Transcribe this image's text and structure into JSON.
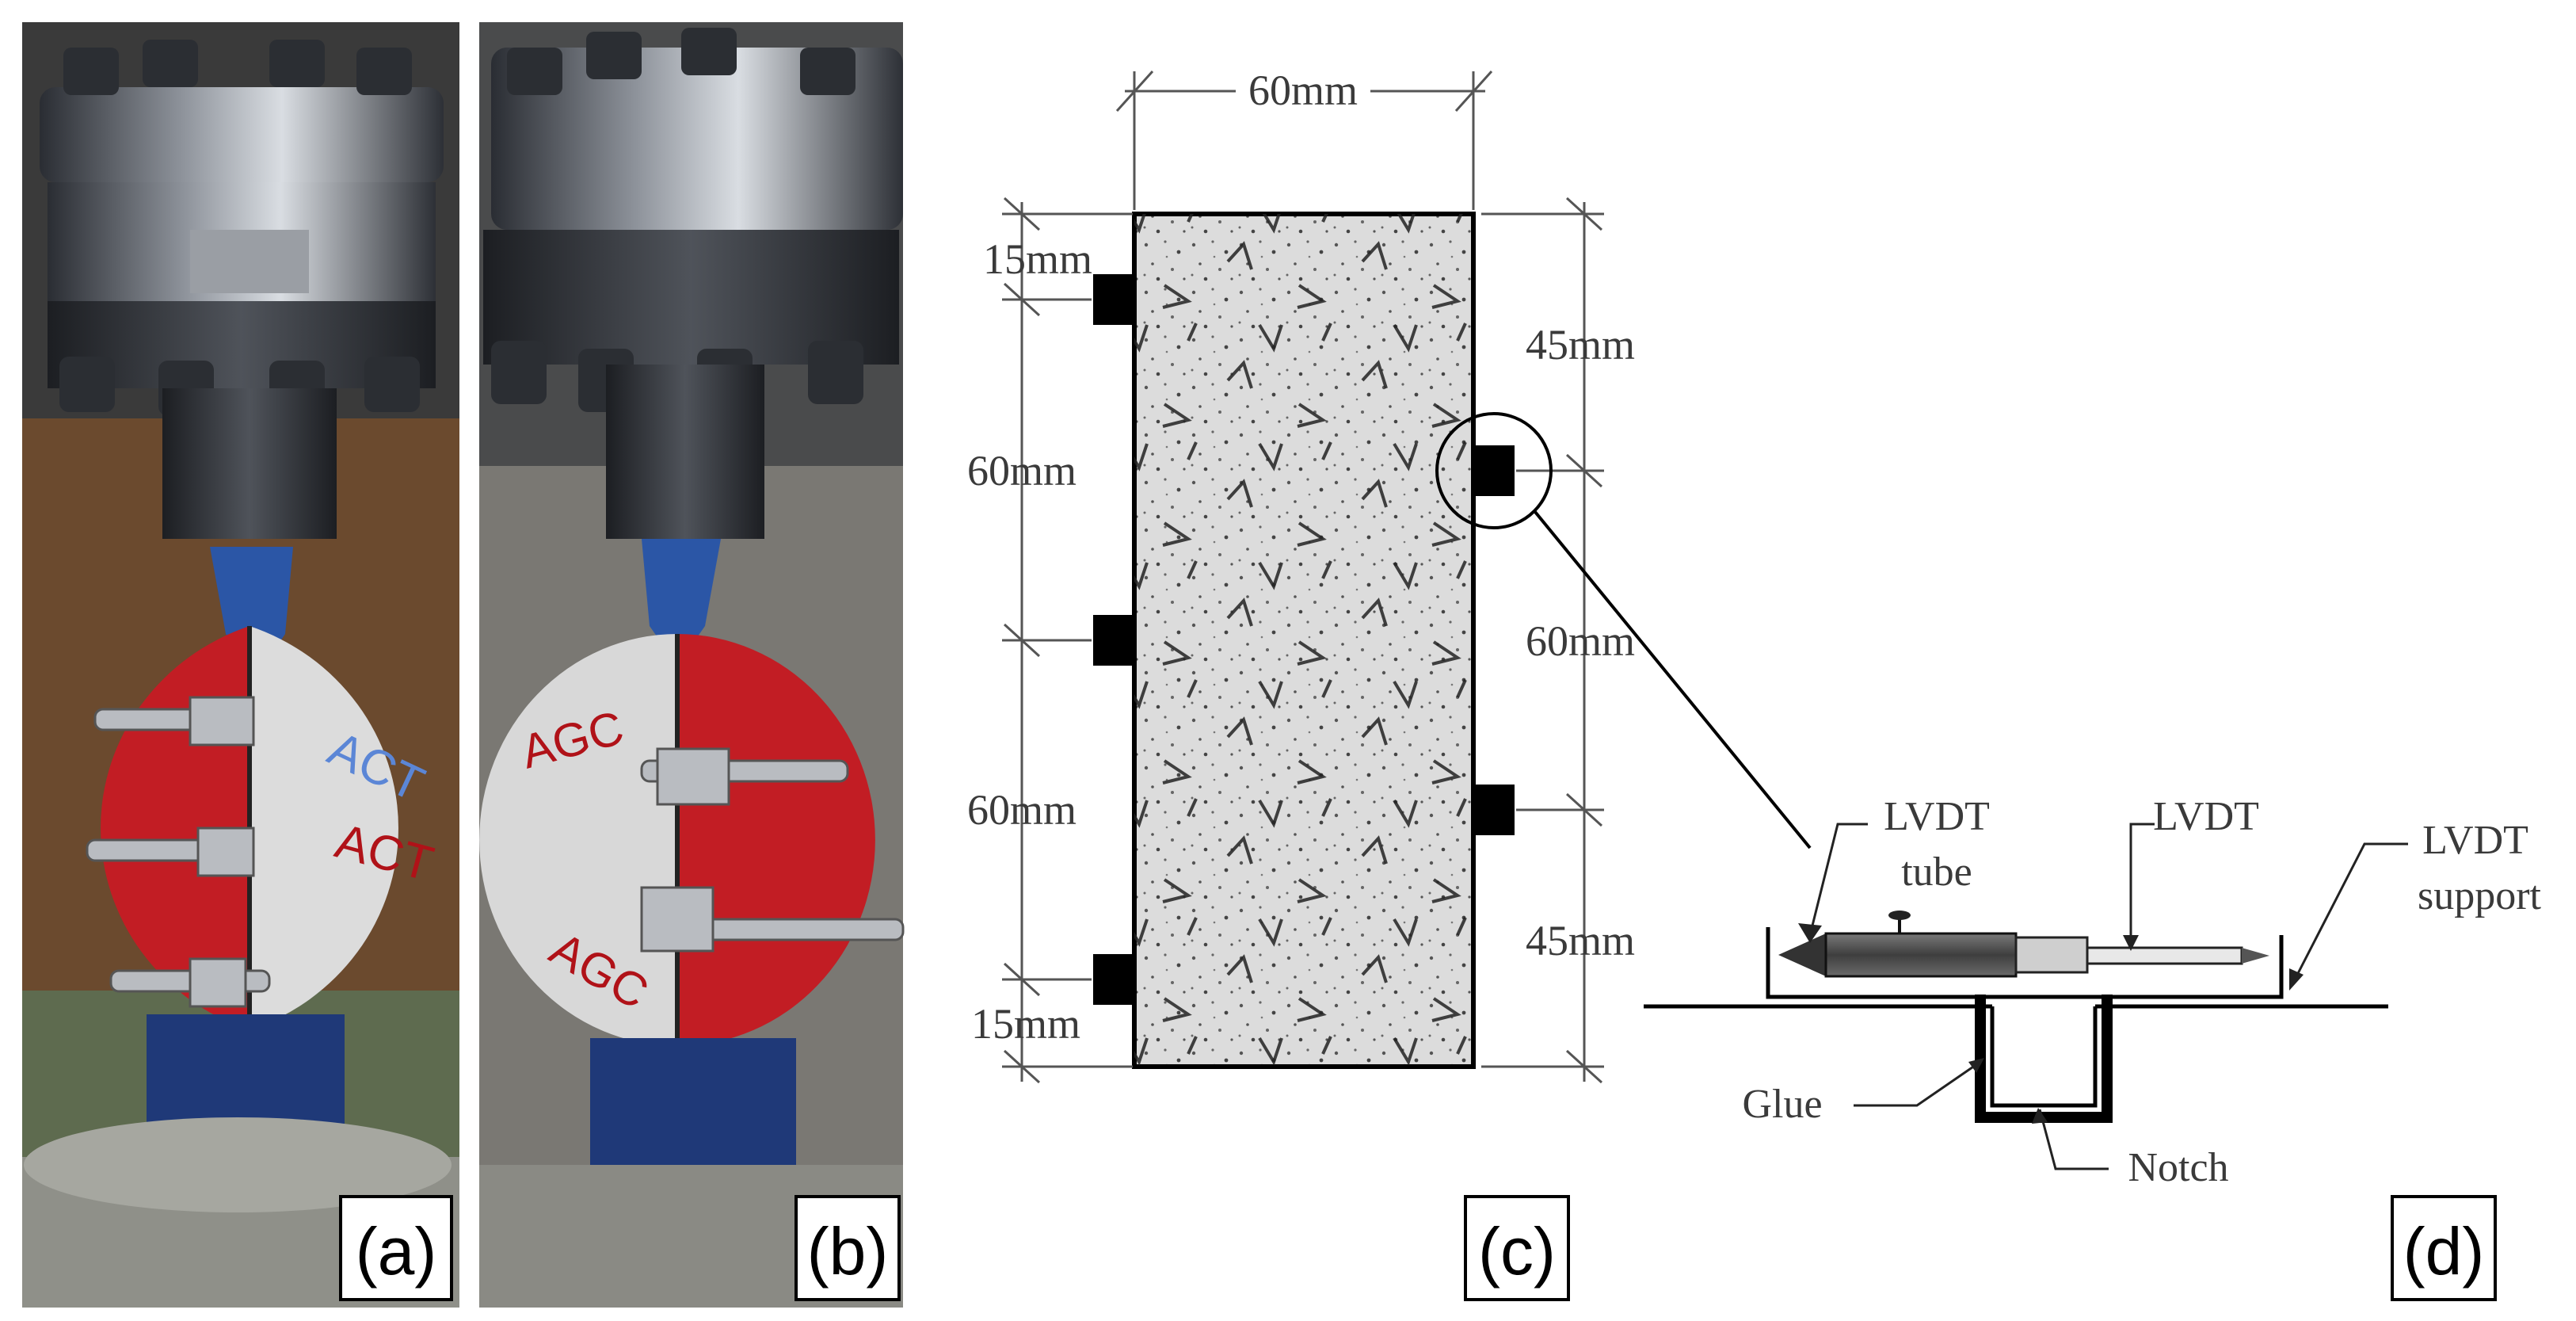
{
  "panels": [
    {
      "label": "(a)"
    },
    {
      "label": "(b)"
    },
    {
      "label": "(c)"
    },
    {
      "label": "(d)"
    }
  ],
  "photo_a": {
    "markings": [
      "ACT",
      "ACT"
    ]
  },
  "photo_b": {
    "markings": [
      "AGC",
      "AGC"
    ]
  },
  "specimen_drawing": {
    "width_label": "60mm",
    "left_dims": [
      "15mm",
      "60mm",
      "60mm",
      "15mm"
    ],
    "right_dims": [
      "45mm",
      "60mm",
      "45mm"
    ]
  },
  "detail_drawing": {
    "labels": {
      "lvdt_tube_line1": "LVDT",
      "lvdt_tube_line2": "tube",
      "lvdt": "LVDT",
      "lvdt_support_line1": "LVDT",
      "lvdt_support_line2": "support",
      "glue": "Glue",
      "notch": "Notch"
    }
  },
  "colors": {
    "concrete": "#d9d9d9",
    "red_paint": "#c21d24",
    "blue_paint": "#2b56a6",
    "steel": "#3b3f46"
  }
}
